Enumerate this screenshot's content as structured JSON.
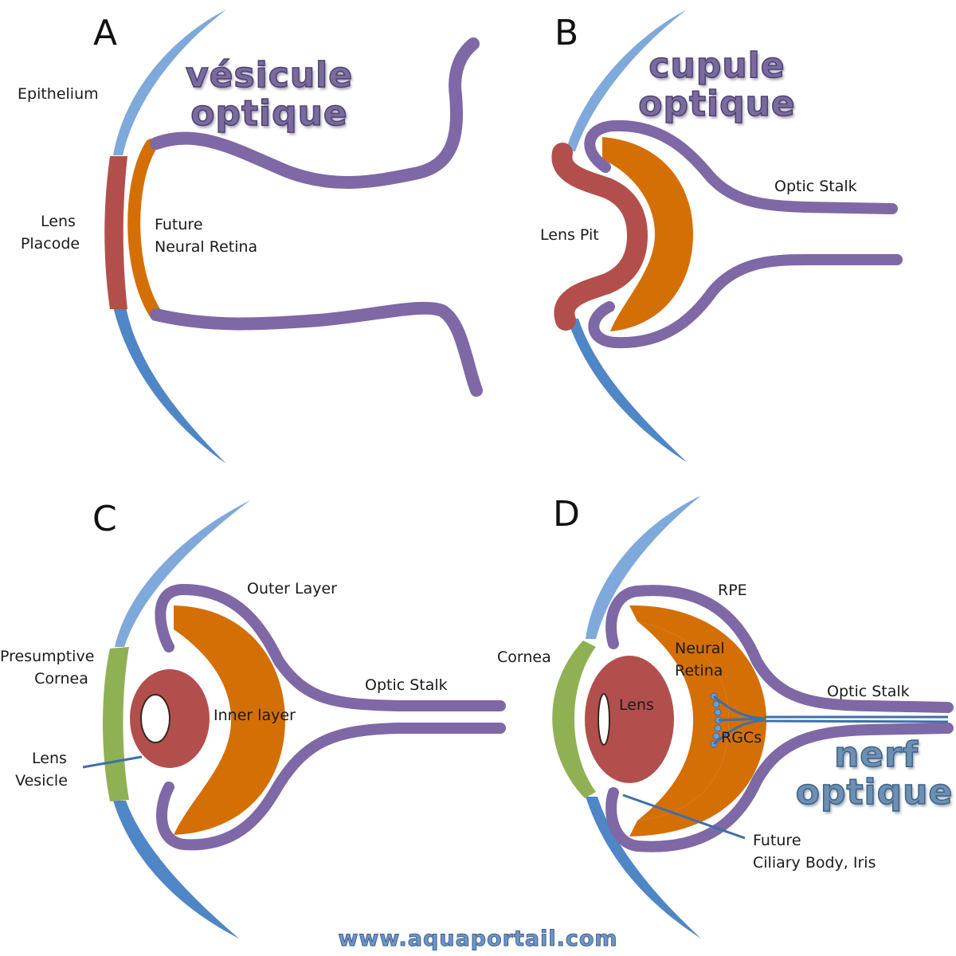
{
  "panels": {
    "a": {
      "letter": "A",
      "title_line1": "vésicule",
      "title_line2": "optique",
      "labels": {
        "epithelium": "Epithelium",
        "lens_line1": "Lens",
        "lens_line2": "Placode",
        "retina_line1": "Future",
        "retina_line2": "Neural Retina"
      }
    },
    "b": {
      "letter": "B",
      "title_line1": "cupule",
      "title_line2": "optique",
      "labels": {
        "optic_stalk": "Optic Stalk",
        "lens_pit": "Lens Pit"
      }
    },
    "c": {
      "letter": "C",
      "labels": {
        "outer_layer": "Outer Layer",
        "presumptive_line1": "Presumptive",
        "presumptive_line2": "Cornea",
        "optic_stalk": "Optic Stalk",
        "inner_layer": "Inner layer",
        "lens_vesicle_line1": "Lens",
        "lens_vesicle_line2": "Vesicle"
      }
    },
    "d": {
      "letter": "D",
      "title_line1": "nerf",
      "title_line2": "optique",
      "labels": {
        "rpe": "RPE",
        "cornea": "Cornea",
        "neural_retina_line1": "Neural",
        "neural_retina_line2": "Retina",
        "lens": "Lens",
        "optic_stalk": "Optic Stalk",
        "rgcs": "RGCs",
        "ciliary_line1": "Future",
        "ciliary_line2": "Ciliary Body, Iris"
      }
    }
  },
  "footer": "www.aquaportail.com",
  "colors": {
    "epithelium_blue": "#6f9bd1",
    "epithelium_blue_dark": "#4a7fbf",
    "lens_red": "#b24f4c",
    "retina_orange": "#d46f06",
    "stalk_purple": "#7f68a6",
    "cornea_green": "#8fb154"
  }
}
